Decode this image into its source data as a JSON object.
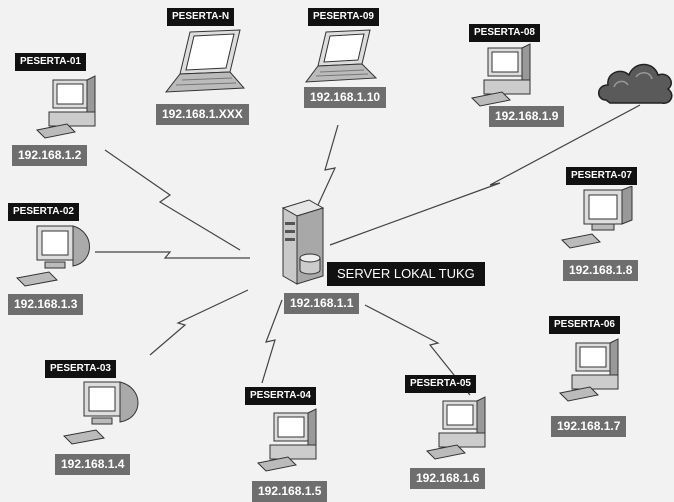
{
  "server": {
    "name": "SERVER LOKAL TUKG",
    "ip": "192.168.1.1",
    "icon": "server-icon"
  },
  "internet": {
    "icon": "cloud-icon"
  },
  "nodes": [
    {
      "id": "01",
      "label": "PESERTA-01",
      "ip": "192.168.1.2",
      "icon": "desktop-icon"
    },
    {
      "id": "02",
      "label": "PESERTA-02",
      "ip": "192.168.1.3",
      "icon": "crt-monitor-icon"
    },
    {
      "id": "03",
      "label": "PESERTA-03",
      "ip": "192.168.1.4",
      "icon": "crt-monitor-icon"
    },
    {
      "id": "04",
      "label": "PESERTA-04",
      "ip": "192.168.1.5",
      "icon": "desktop-icon"
    },
    {
      "id": "05",
      "label": "PESERTA-05",
      "ip": "192.168.1.6",
      "icon": "desktop-icon"
    },
    {
      "id": "06",
      "label": "PESERTA-06",
      "ip": "192.168.1.7",
      "icon": "desktop-icon"
    },
    {
      "id": "07",
      "label": "PESERTA-07",
      "ip": "192.168.1.8",
      "icon": "monitor-icon"
    },
    {
      "id": "08",
      "label": "PESERTA-08",
      "ip": "192.168.1.9",
      "icon": "desktop-icon"
    },
    {
      "id": "09",
      "label": "PESERTA-09",
      "ip": "192.168.1.10",
      "icon": "laptop-icon"
    },
    {
      "id": "N",
      "label": "PESERTA-N",
      "ip": "192.168.1.XXX",
      "icon": "laptop-icon"
    }
  ],
  "colors": {
    "background": "#f2f2f2",
    "label_bg": "#111111",
    "ip_bg": "#6e6e6e",
    "link": "#444444"
  }
}
